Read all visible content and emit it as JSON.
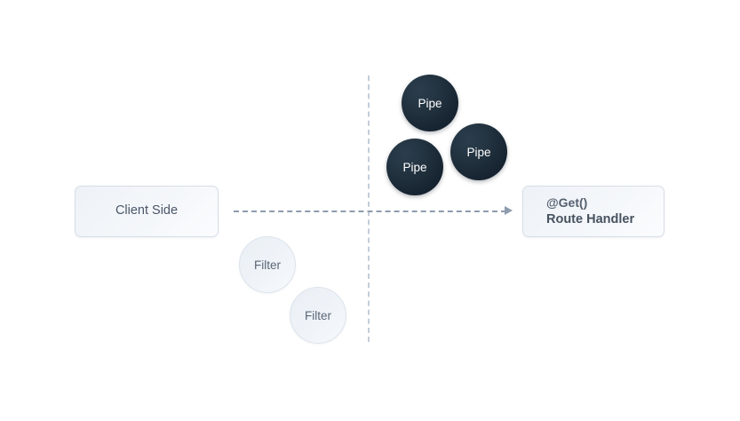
{
  "diagram": {
    "client_box": {
      "label": "Client Side"
    },
    "handler_box": {
      "line1": "@Get()",
      "line2": "Route Handler"
    },
    "pipes": [
      {
        "label": "Pipe"
      },
      {
        "label": "Pipe"
      },
      {
        "label": "Pipe"
      }
    ],
    "filters": [
      {
        "label": "Filter"
      },
      {
        "label": "Filter"
      }
    ],
    "colors": {
      "background": "#ffffff",
      "box_border": "#d7dee8",
      "box_fill": "#eef2f7",
      "box_text": "#4a5668",
      "pipe_fill": "#16232f",
      "pipe_text": "#ffffff",
      "filter_fill": "#eff3f8",
      "filter_border": "#dde4ec",
      "filter_text": "#5b6675",
      "flow_line": "#8e9cae",
      "divider_line": "#c3cdd9"
    }
  }
}
